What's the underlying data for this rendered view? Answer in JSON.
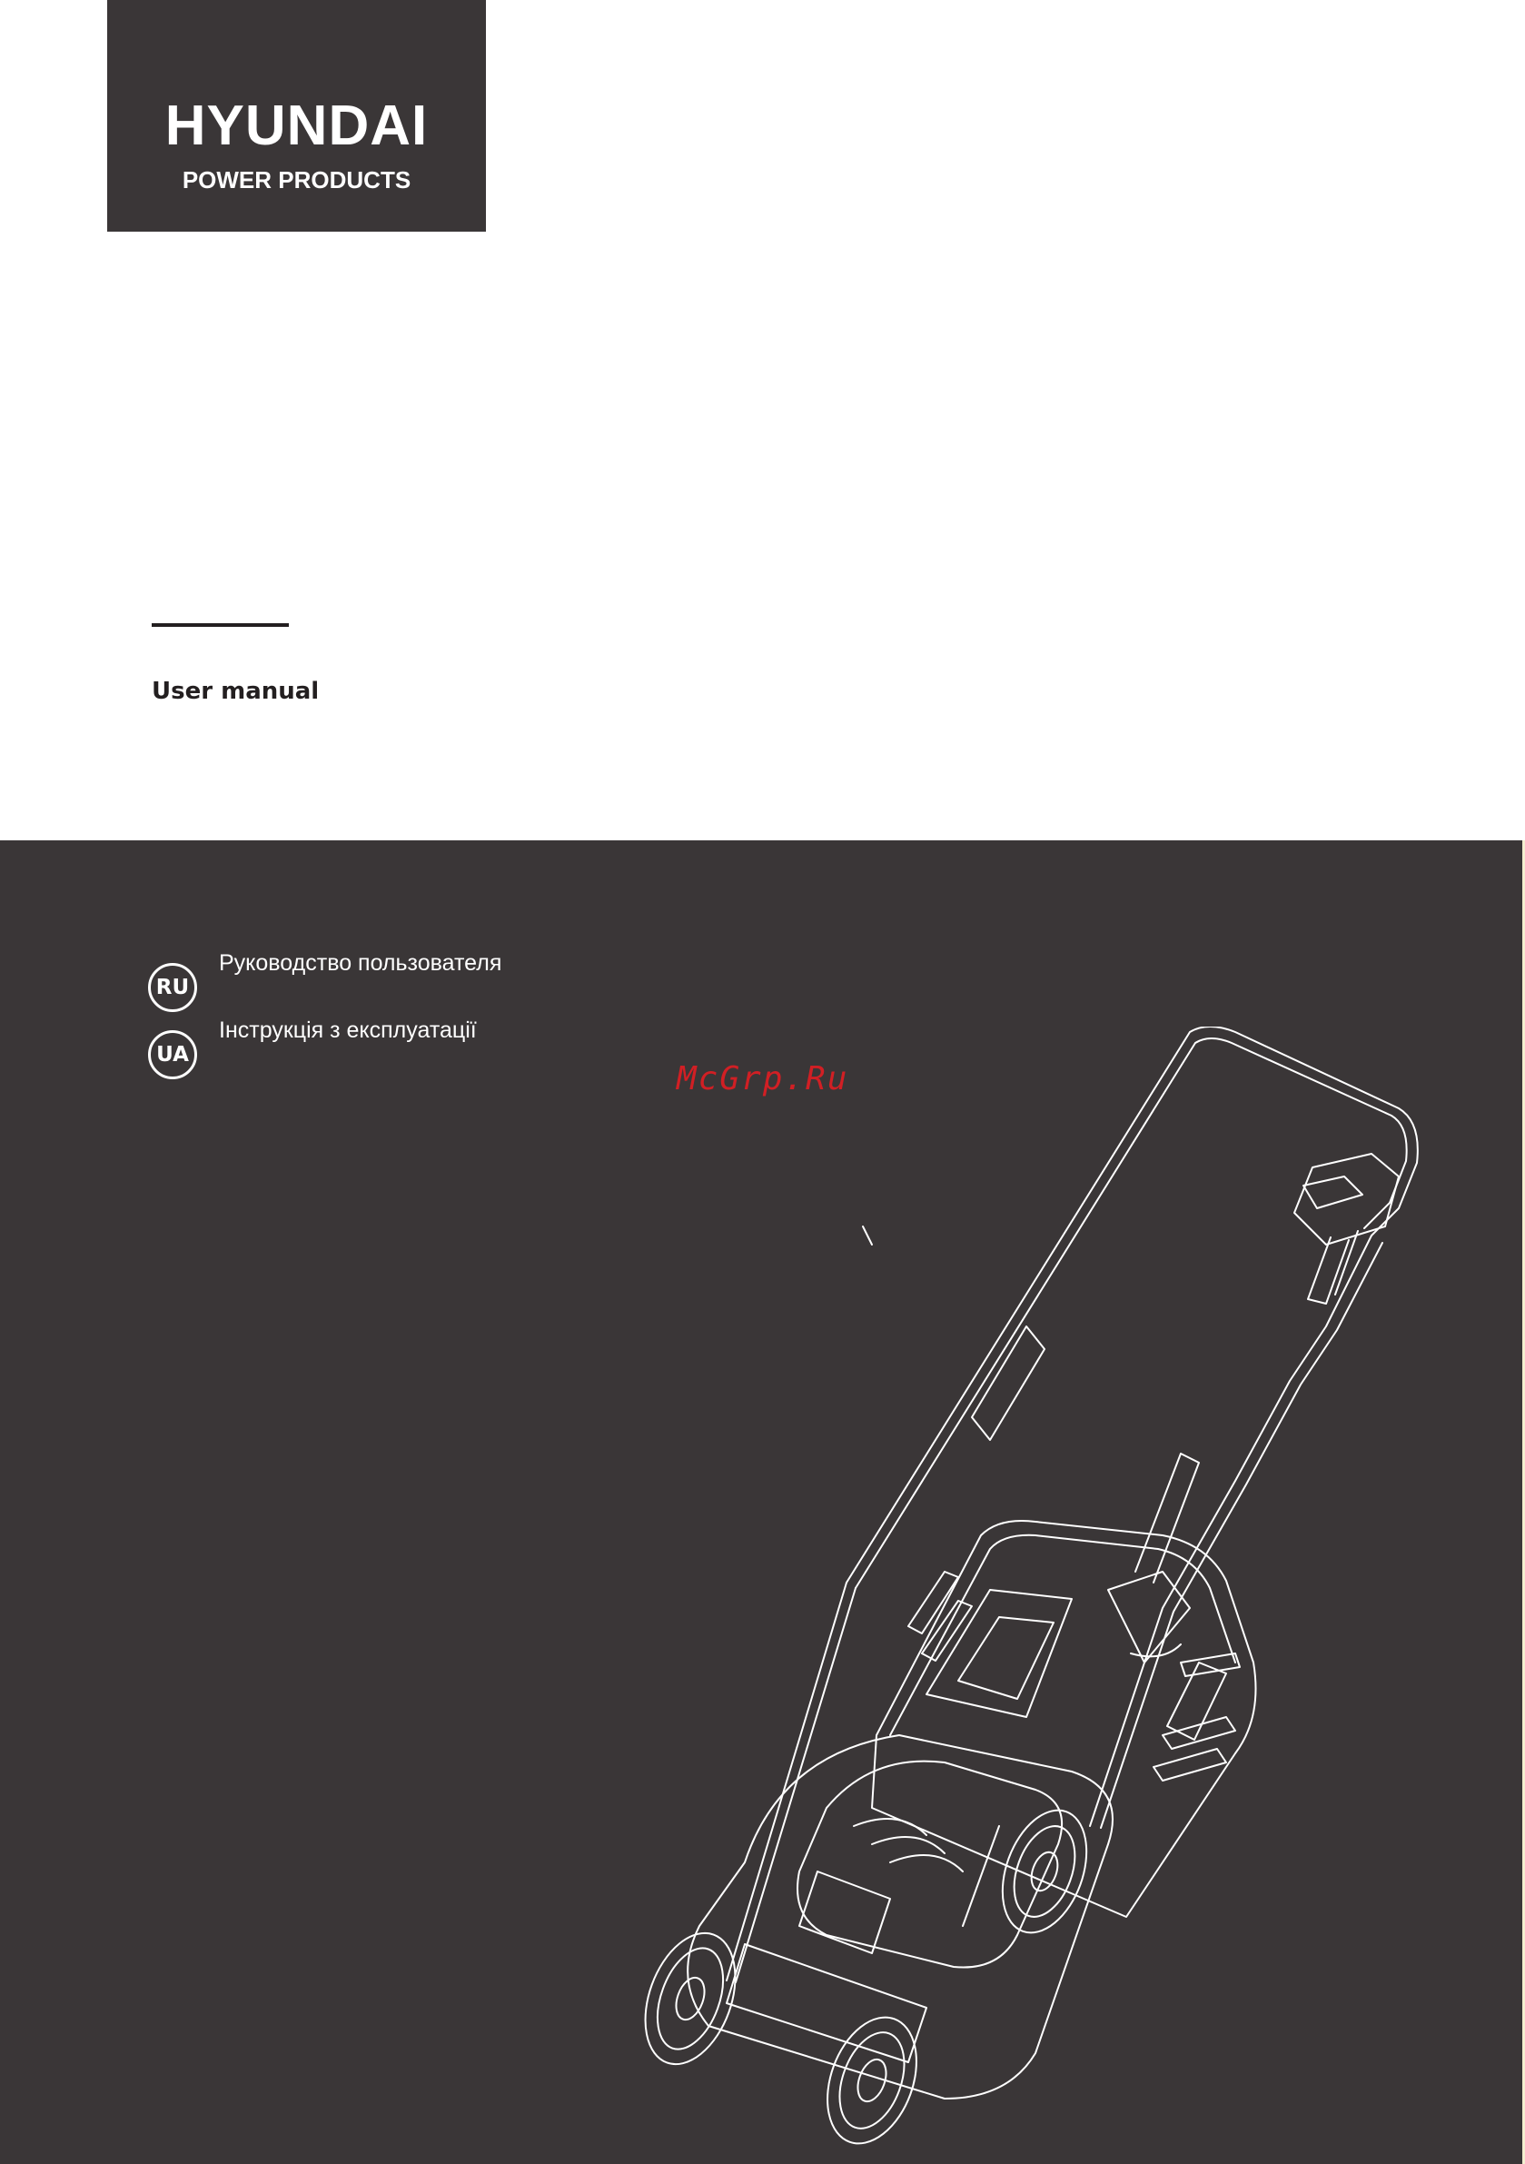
{
  "logo": {
    "brand": "HYUNDAI",
    "subtitle": "POWER PRODUCTS"
  },
  "document": {
    "title": "User manual"
  },
  "languages": [
    {
      "code": "RU",
      "label": "Руководство пользователя"
    },
    {
      "code": "UA",
      "label": "Інструкція з експлуатації"
    }
  ],
  "watermark": "McGrp.Ru",
  "colors": {
    "panel": "#3a3637",
    "text_dark": "#231f20",
    "watermark": "#d11f24",
    "line_art": "#ffffff"
  },
  "illustration": "lawn-mower-line-art"
}
